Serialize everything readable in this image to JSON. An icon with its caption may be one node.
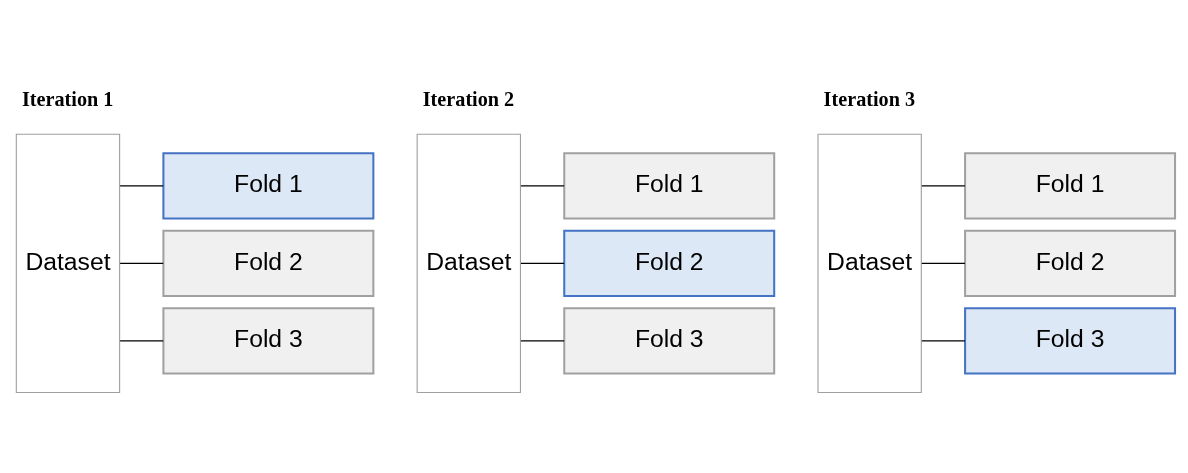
{
  "diagram": {
    "nodes": [
      {
        "text": [
          "Dataset"
        ]
      },
      {
        "text": [
          "Fold 1"
        ]
      },
      {
        "text": [
          "Fold 2"
        ]
      },
      {
        "text": [
          "Fold 3"
        ]
      },
      {
        "text": [
          "Dataset"
        ]
      },
      {
        "text": [
          "Fold 1"
        ]
      },
      {
        "text": [
          "Fold 2"
        ]
      },
      {
        "text": [
          "Fold 3"
        ]
      },
      {
        "text": [
          "Dataset"
        ]
      },
      {
        "text": [
          "Fold 1"
        ]
      },
      {
        "text": [
          "Fold 2"
        ]
      },
      {
        "text": [
          "Fold 3"
        ]
      }
    ],
    "edges": [
      {
        "from": 0,
        "to": 1,
        "arrow": "none"
      },
      {
        "from": 0,
        "to": 2,
        "arrow": "none"
      },
      {
        "from": 0,
        "to": 3,
        "arrow": "none"
      },
      {
        "from": 4,
        "to": 5,
        "arrow": "none"
      },
      {
        "from": 4,
        "to": 6,
        "arrow": "none"
      },
      {
        "from": 4,
        "to": 7,
        "arrow": "none"
      },
      {
        "from": 8,
        "to": 9,
        "arrow": "none"
      },
      {
        "from": 8,
        "to": 10,
        "arrow": "none"
      },
      {
        "from": 8,
        "to": 11,
        "arrow": "none"
      }
    ],
    "labels": [
      "Iteration 1",
      "Iteration 2",
      "Iteration 3"
    ]
  }
}
